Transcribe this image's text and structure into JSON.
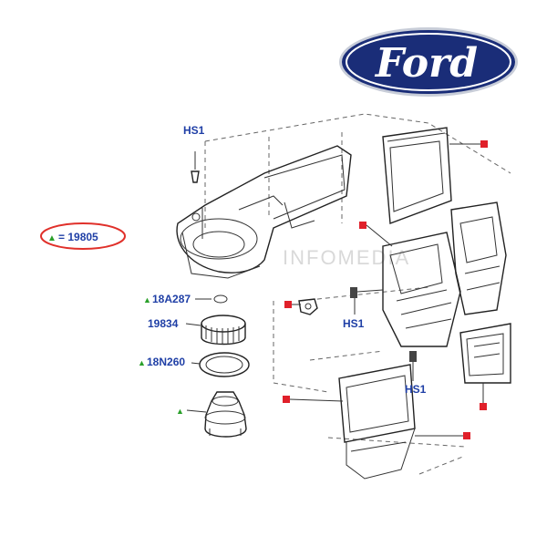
{
  "brand": {
    "logo_text": "Ford",
    "logo_color": "#1a2d78"
  },
  "legend": {
    "marker": "▲",
    "text": "= 19805",
    "marker_color": "#2aa02a",
    "ring_color": "#e0302a"
  },
  "watermark": "INFOMEDIA",
  "labels": {
    "hs1_top": "HS1",
    "hs1_mid": "HS1",
    "hs1_low": "HS1",
    "p18a287": "18A287",
    "p19834": "19834",
    "p18n260": "18N260"
  },
  "colors": {
    "label_blue": "#1f3fa6",
    "square_red": "#e0202a",
    "triangle_green": "#2aa02a"
  }
}
